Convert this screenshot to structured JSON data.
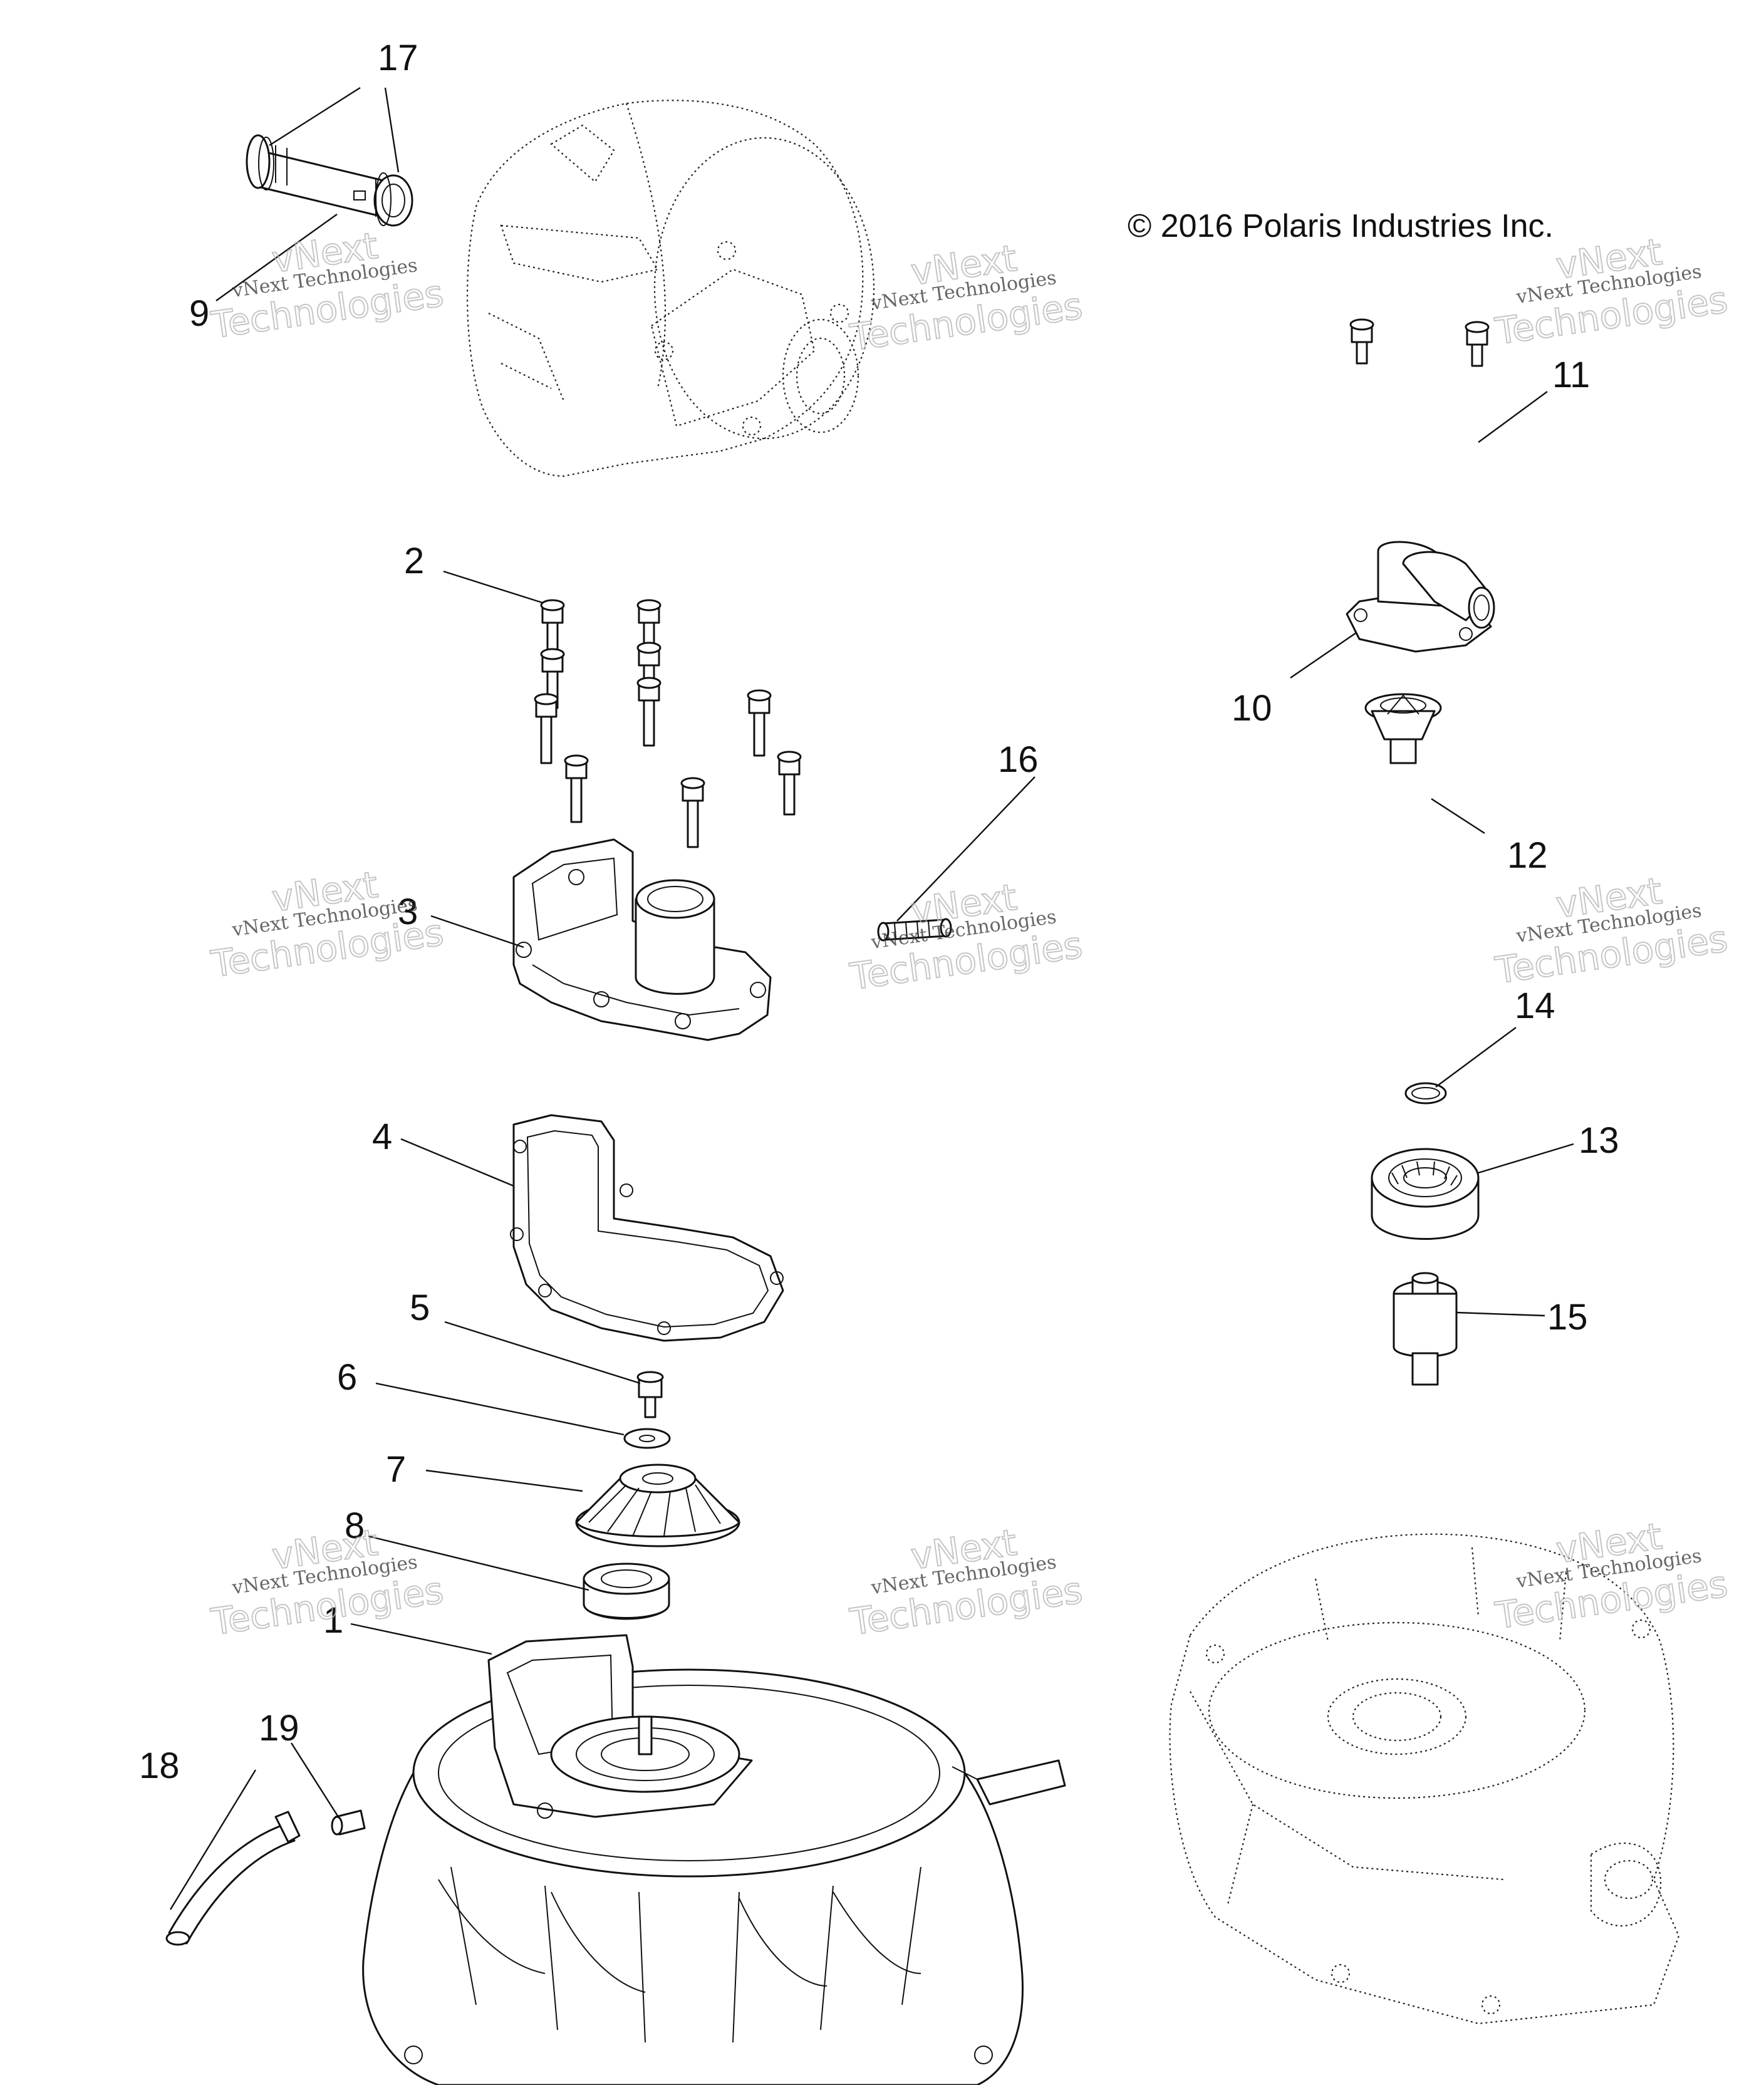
{
  "copyright": "© 2016 Polaris Industries Inc.",
  "watermark": {
    "line1": "vNext",
    "line2": "vNext Technologies",
    "line3": "Technologies"
  },
  "callouts": {
    "p1": "1",
    "p2": "2",
    "p3": "3",
    "p4": "4",
    "p5": "5",
    "p6": "6",
    "p7": "7",
    "p8": "8",
    "p9": "9",
    "p10": "10",
    "p11": "11",
    "p12": "12",
    "p13": "13",
    "p14": "14",
    "p15": "15",
    "p16": "16",
    "p17": "17",
    "p18": "18",
    "p19": "19"
  }
}
